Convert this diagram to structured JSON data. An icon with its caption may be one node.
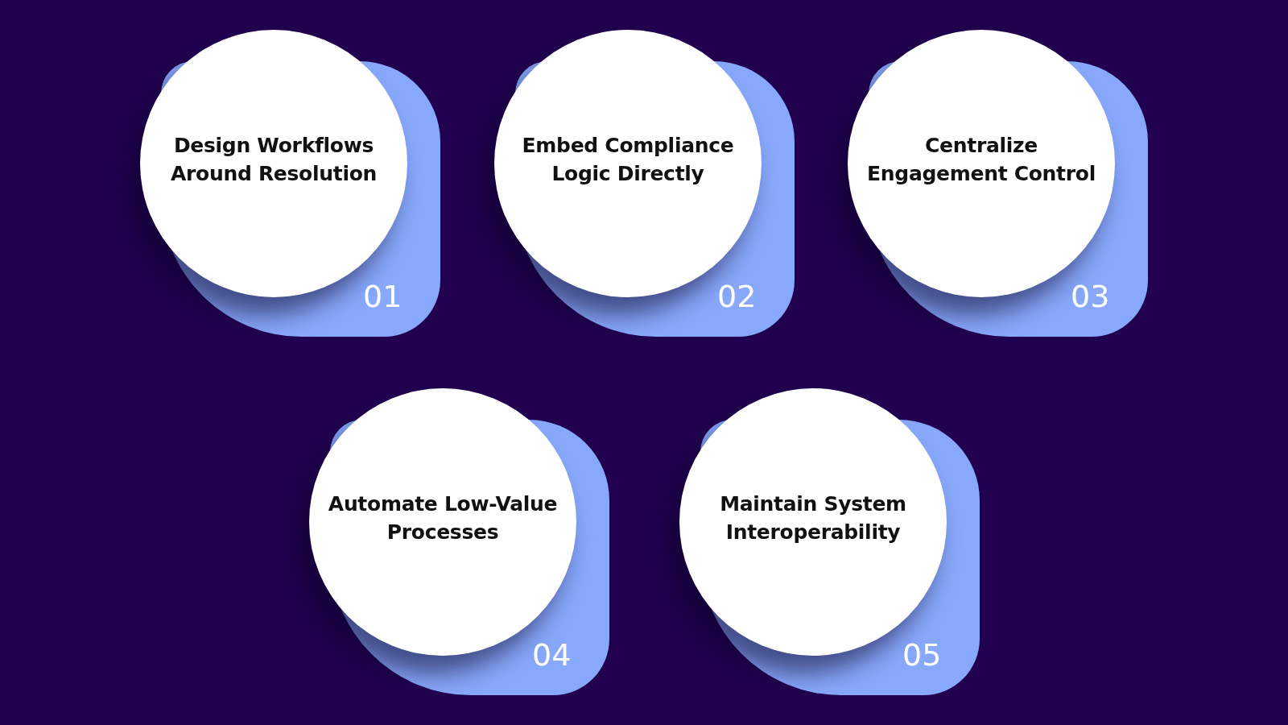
{
  "diagram": {
    "nodes": [
      {
        "text": [
          "Design Workflows Around Resolution",
          "01"
        ]
      },
      {
        "text": [
          "Embed Compliance Logic Directly",
          "02"
        ]
      },
      {
        "text": [
          "Centralize Engagement Control",
          "03"
        ]
      },
      {
        "text": [
          "Automate Low-Value Processes",
          "04"
        ]
      },
      {
        "text": [
          "Maintain System Interoperability",
          "05"
        ]
      }
    ]
  }
}
